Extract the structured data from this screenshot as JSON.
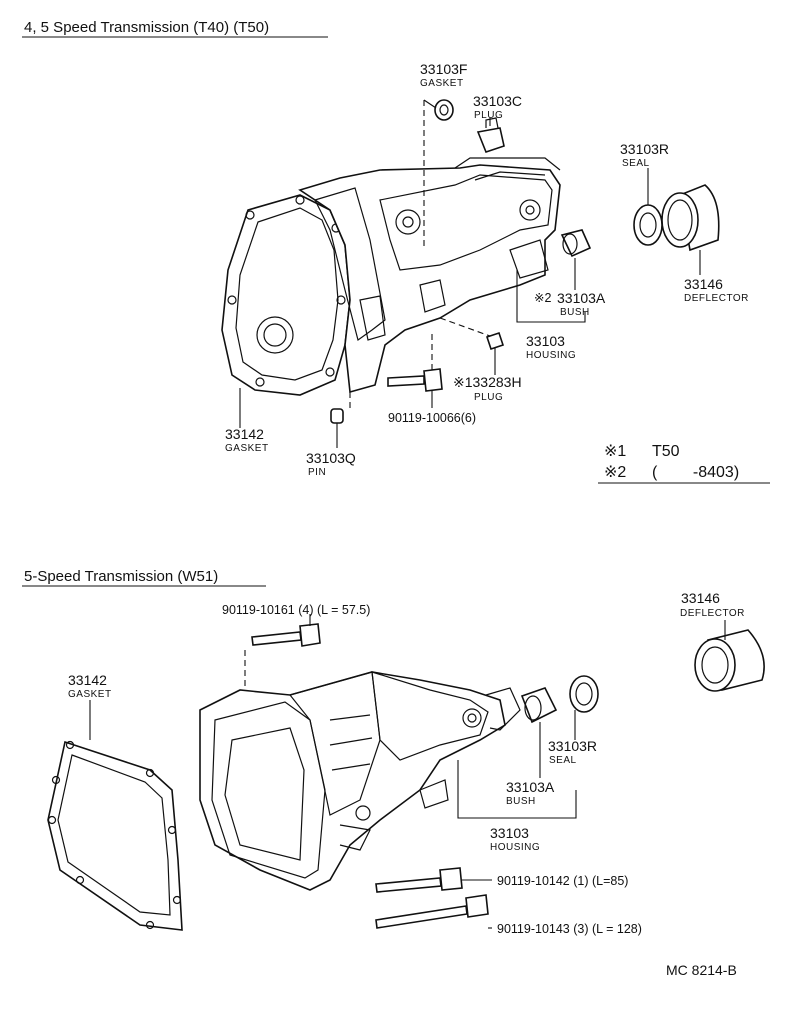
{
  "top_section": {
    "title": "4, 5 Speed Transmission (T40) (T50)",
    "labels": {
      "gasket_f_pn": "33103F",
      "gasket_f_name": "GASKET",
      "plug_c_pn": "33103C",
      "plug_c_name": "PLUG",
      "seal_r_pn": "33103R",
      "seal_r_name": "SEAL",
      "deflector_pn": "33146",
      "deflector_name": "DEFLECTOR",
      "bush_mark": "※2",
      "bush_pn": "33103A",
      "bush_name": "BUSH",
      "housing_pn": "33103",
      "housing_name": "HOUSING",
      "plug_h_pn": "※133283H",
      "plug_h_name": "PLUG",
      "bolt_pn": "90119-10066(6)",
      "gasket_pn": "33142",
      "gasket_name": "GASKET",
      "pin_pn": "33103Q",
      "pin_name": "PIN"
    },
    "notes": [
      {
        "mark": "※1",
        "text": "T50"
      },
      {
        "mark": "※2",
        "text": "(        -8403)"
      }
    ]
  },
  "bottom_section": {
    "title": "5-Speed Transmission (W51)",
    "labels": {
      "bolt_a": "90119-10161 (4) (L = 57.5)",
      "deflector_pn": "33146",
      "deflector_name": "DEFLECTOR",
      "gasket_pn": "33142",
      "gasket_name": "GASKET",
      "seal_r_pn": "33103R",
      "seal_r_name": "SEAL",
      "bush_pn": "33103A",
      "bush_name": "BUSH",
      "housing_pn": "33103",
      "housing_name": "HOUSING",
      "bolt_b": "90119-10142 (1) (L=85)",
      "bolt_c": "90119-10143 (3) (L = 128)"
    }
  },
  "footer": {
    "code": "MC 8214-B"
  }
}
